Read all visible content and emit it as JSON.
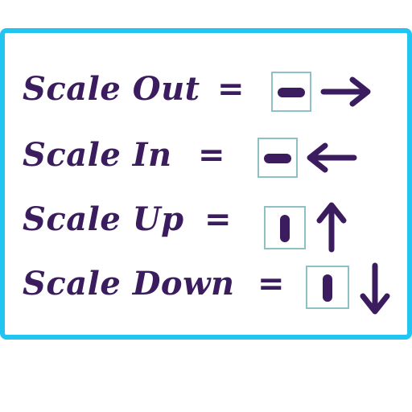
{
  "colors": {
    "frame_border": "#22c4f2",
    "ink": "#3b1c5e",
    "key_border": "#8fc0c4",
    "background": "#ffffff"
  },
  "rows": [
    {
      "label": "Scale Out",
      "equals": "=",
      "key_icon": "horizontal-bar-icon",
      "arrow_icon": "arrow-right-icon"
    },
    {
      "label": "Scale In",
      "equals": "=",
      "key_icon": "horizontal-bar-icon",
      "arrow_icon": "arrow-left-icon"
    },
    {
      "label": "Scale Up",
      "equals": "=",
      "key_icon": "vertical-bar-icon",
      "arrow_icon": "arrow-up-icon"
    },
    {
      "label": "Scale Down",
      "equals": "=",
      "key_icon": "vertical-bar-icon",
      "arrow_icon": "arrow-down-icon"
    }
  ]
}
